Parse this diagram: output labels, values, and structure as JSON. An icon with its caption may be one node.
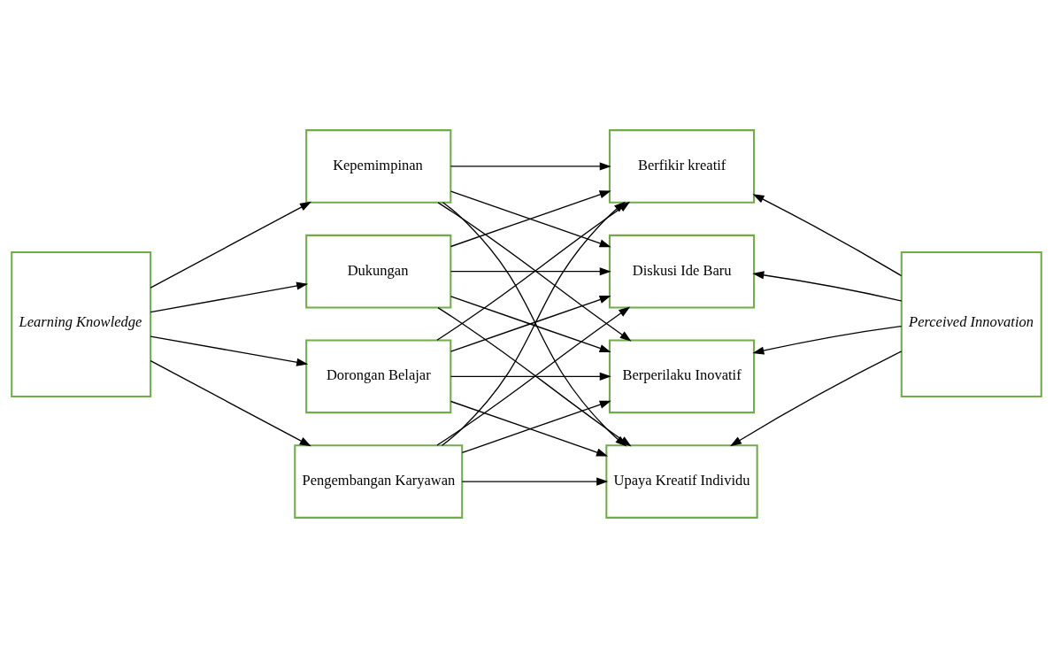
{
  "diagram": {
    "nodes": [
      {
        "text": [
          "Learning Knowledge"
        ]
      },
      {
        "text": [
          "Kepemimpinan"
        ]
      },
      {
        "text": [
          "Dukungan"
        ]
      },
      {
        "text": [
          "Dorongan Belajar"
        ]
      },
      {
        "text": [
          "Pengembangan Karyawan"
        ]
      },
      {
        "text": [
          "Berfikir kreatif"
        ]
      },
      {
        "text": [
          "Diskusi Ide Baru"
        ]
      },
      {
        "text": [
          "Berperilaku Inovatif"
        ]
      },
      {
        "text": [
          "Upaya Kreatif Individu"
        ]
      },
      {
        "text": [
          "Perceived Innovation"
        ]
      }
    ],
    "edges": [
      {
        "from": 0,
        "to": 1,
        "arrow": "to"
      },
      {
        "from": 0,
        "to": 2,
        "arrow": "to"
      },
      {
        "from": 0,
        "to": 3,
        "arrow": "to"
      },
      {
        "from": 0,
        "to": 4,
        "arrow": "to"
      },
      {
        "from": 1,
        "to": 5,
        "arrow": "to"
      },
      {
        "from": 1,
        "to": 6,
        "arrow": "to"
      },
      {
        "from": 1,
        "to": 7,
        "arrow": "to"
      },
      {
        "from": 1,
        "to": 8,
        "arrow": "to"
      },
      {
        "from": 2,
        "to": 5,
        "arrow": "to"
      },
      {
        "from": 2,
        "to": 6,
        "arrow": "to"
      },
      {
        "from": 2,
        "to": 7,
        "arrow": "to"
      },
      {
        "from": 2,
        "to": 8,
        "arrow": "to"
      },
      {
        "from": 3,
        "to": 5,
        "arrow": "to"
      },
      {
        "from": 3,
        "to": 6,
        "arrow": "to"
      },
      {
        "from": 3,
        "to": 7,
        "arrow": "to"
      },
      {
        "from": 3,
        "to": 8,
        "arrow": "to"
      },
      {
        "from": 4,
        "to": 5,
        "arrow": "to"
      },
      {
        "from": 4,
        "to": 6,
        "arrow": "to"
      },
      {
        "from": 4,
        "to": 7,
        "arrow": "to"
      },
      {
        "from": 4,
        "to": 8,
        "arrow": "to"
      },
      {
        "from": 9,
        "to": 5,
        "arrow": "to"
      },
      {
        "from": 9,
        "to": 6,
        "arrow": "to"
      },
      {
        "from": 9,
        "to": 7,
        "arrow": "to"
      },
      {
        "from": 9,
        "to": 8,
        "arrow": "to"
      }
    ]
  }
}
